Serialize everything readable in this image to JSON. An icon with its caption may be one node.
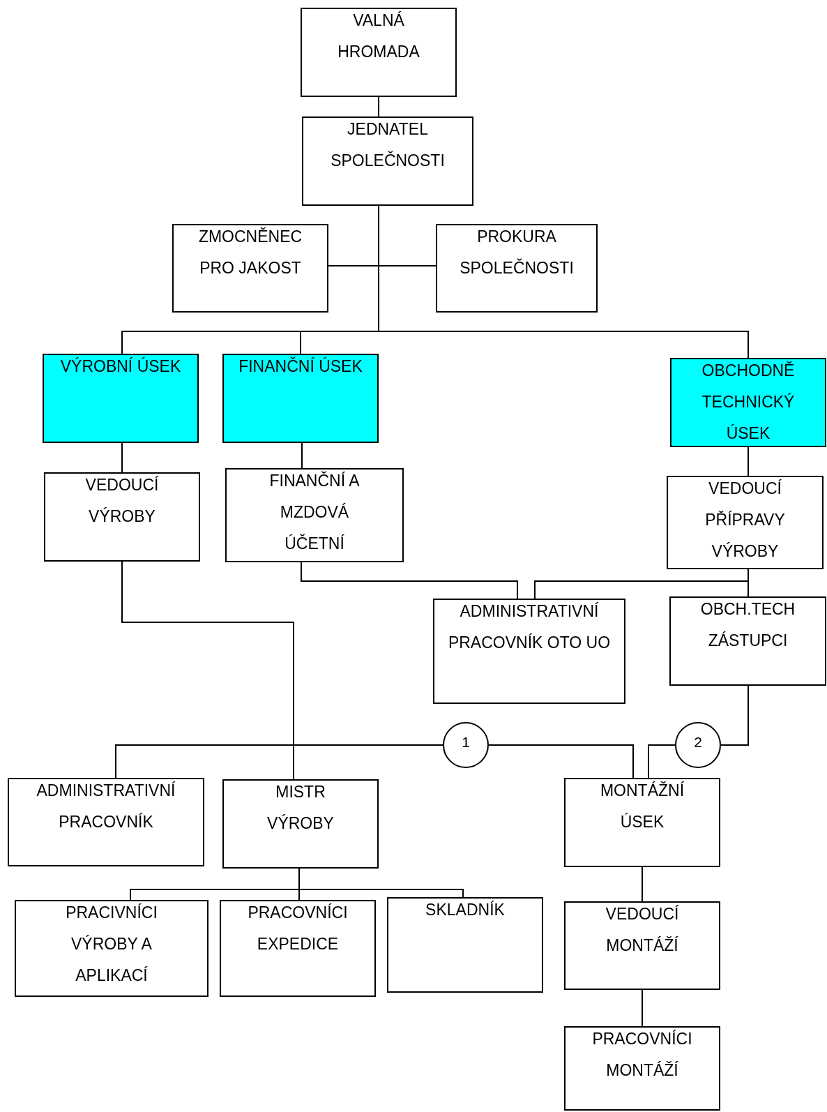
{
  "diagram": {
    "nodes": [
      {
        "text": [
          "VALNÁ HROMADA"
        ]
      },
      {
        "text": [
          "JEDNATEL SPOLEČNOSTI"
        ]
      },
      {
        "text": [
          "ZMOCNĚNEC PRO JAKOST"
        ]
      },
      {
        "text": [
          "PROKURA SPOLEČNOSTI"
        ]
      },
      {
        "text": [
          "VÝROBNÍ ÚSEK"
        ]
      },
      {
        "text": [
          "FINANČNÍ ÚSEK"
        ]
      },
      {
        "text": [
          "OBCHODNĚ TECHNICKÝ ÚSEK"
        ]
      },
      {
        "text": [
          "VEDOUCÍ VÝROBY"
        ]
      },
      {
        "text": [
          "FINANČNÍ A MZDOVÁ ÚČETNÍ"
        ]
      },
      {
        "text": [
          "VEDOUCÍ PŘÍPRAVY VÝROBY"
        ]
      },
      {
        "text": [
          "ADMINISTRATIVNÍ PRACOVNÍK OTO UO"
        ]
      },
      {
        "text": [
          "OBCH.TECH ZÁSTUPCI"
        ]
      },
      {
        "text": [
          "1"
        ]
      },
      {
        "text": [
          "2"
        ]
      },
      {
        "text": [
          "ADMINISTRATIVNÍ PRACOVNÍK"
        ]
      },
      {
        "text": [
          "MISTR VÝROBY"
        ]
      },
      {
        "text": [
          "MONTÁŽNÍ ÚSEK"
        ]
      },
      {
        "text": [
          "PRACIVNÍCI VÝROBY A APLIKACÍ"
        ]
      },
      {
        "text": [
          "PRACOVNÍCI EXPEDICE"
        ]
      },
      {
        "text": [
          "SKLADNÍK"
        ]
      },
      {
        "text": [
          "VEDOUCÍ MONTÁŽÍ"
        ]
      },
      {
        "text": [
          "PRACOVNÍCI MONTÁŽÍ"
        ]
      }
    ],
    "edges": [
      {
        "from": 0,
        "to": 1,
        "arrow": "none"
      },
      {
        "from": 1,
        "to": 2,
        "arrow": "none"
      },
      {
        "from": 1,
        "to": 3,
        "arrow": "none"
      },
      {
        "from": 1,
        "to": 4,
        "arrow": "none"
      },
      {
        "from": 1,
        "to": 5,
        "arrow": "none"
      },
      {
        "from": 1,
        "to": 6,
        "arrow": "none"
      },
      {
        "from": 4,
        "to": 7,
        "arrow": "none"
      },
      {
        "from": 5,
        "to": 8,
        "arrow": "none"
      },
      {
        "from": 6,
        "to": 9,
        "arrow": "none"
      },
      {
        "from": 8,
        "to": 10,
        "arrow": "none"
      },
      {
        "from": 9,
        "to": 10,
        "arrow": "none"
      },
      {
        "from": 9,
        "to": 11,
        "arrow": "none"
      },
      {
        "from": 7,
        "to": 15,
        "arrow": "none"
      },
      {
        "from": 12,
        "to": 14,
        "arrow": "none"
      },
      {
        "from": 12,
        "to": 16,
        "arrow": "none"
      },
      {
        "from": 11,
        "to": 13,
        "arrow": "none"
      },
      {
        "from": 13,
        "to": 16,
        "arrow": "none"
      },
      {
        "from": 15,
        "to": 17,
        "arrow": "none"
      },
      {
        "from": 15,
        "to": 18,
        "arrow": "none"
      },
      {
        "from": 15,
        "to": 19,
        "arrow": "none"
      },
      {
        "from": 16,
        "to": 20,
        "arrow": "none"
      },
      {
        "from": 20,
        "to": 21,
        "arrow": "none"
      }
    ]
  }
}
